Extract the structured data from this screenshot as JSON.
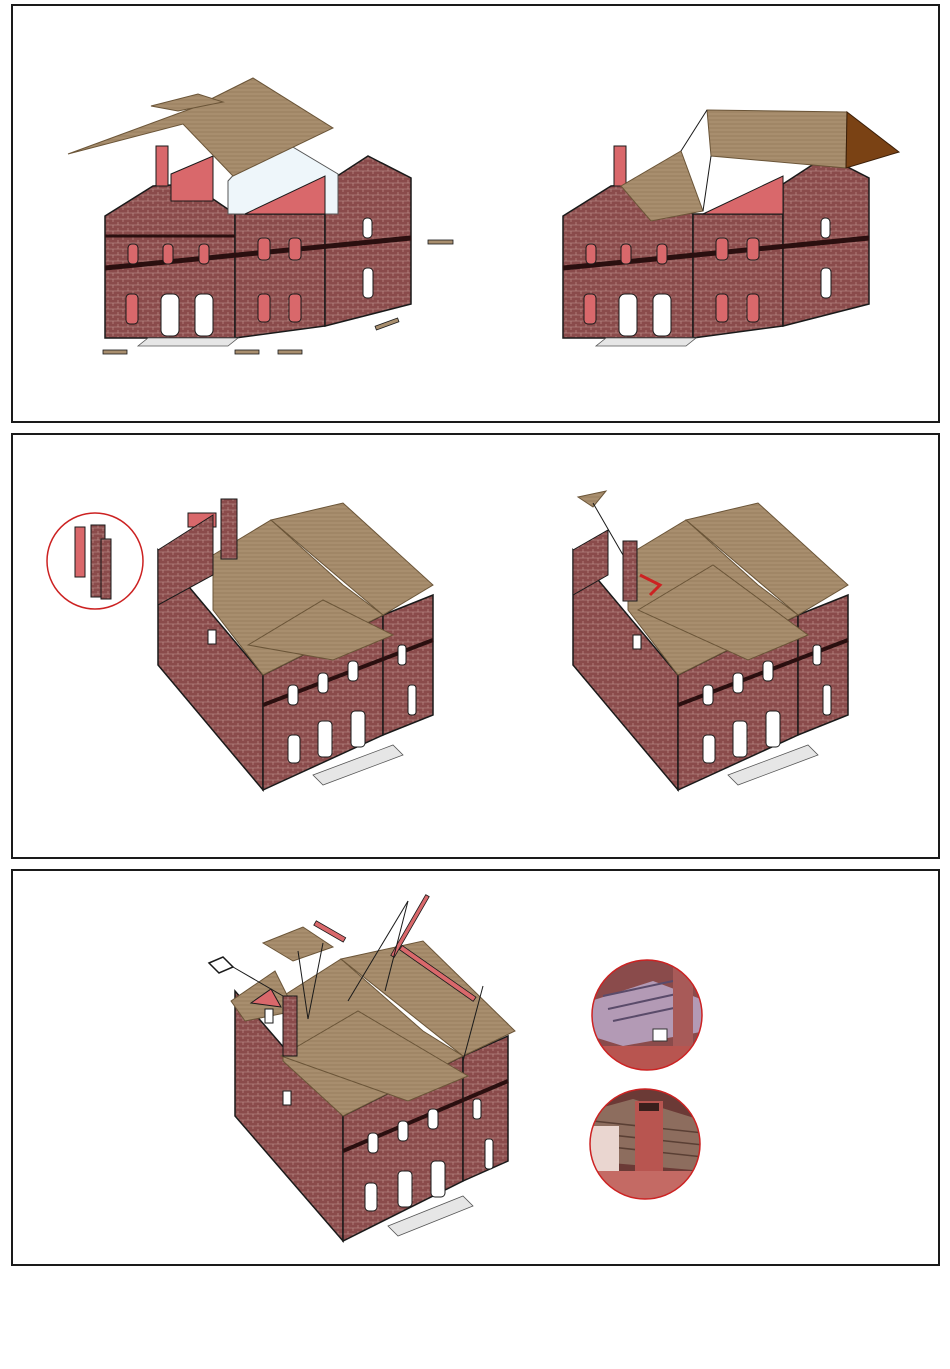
{
  "colors": {
    "brick": "#8a4b4b",
    "brick_dark": "#5f2c2c",
    "brick_light": "#a86a66",
    "roof": "#a88e6e",
    "roof_dark": "#7e6547",
    "roof_side": "#7a4214",
    "pink": "#d9686b",
    "window_glass": "#ffffff",
    "outline": "#1a1a1a",
    "detail_circle": "#cc2222",
    "panel_border": "#1a1a1a"
  },
  "panels": [
    {
      "steps": [
        "roof-exploded",
        "roof-assembled-side"
      ]
    },
    {
      "steps": [
        "chimney-inset",
        "chimney-roof-attach"
      ]
    },
    {
      "steps": [
        "final-roof-details",
        "detail-photos"
      ]
    }
  ]
}
